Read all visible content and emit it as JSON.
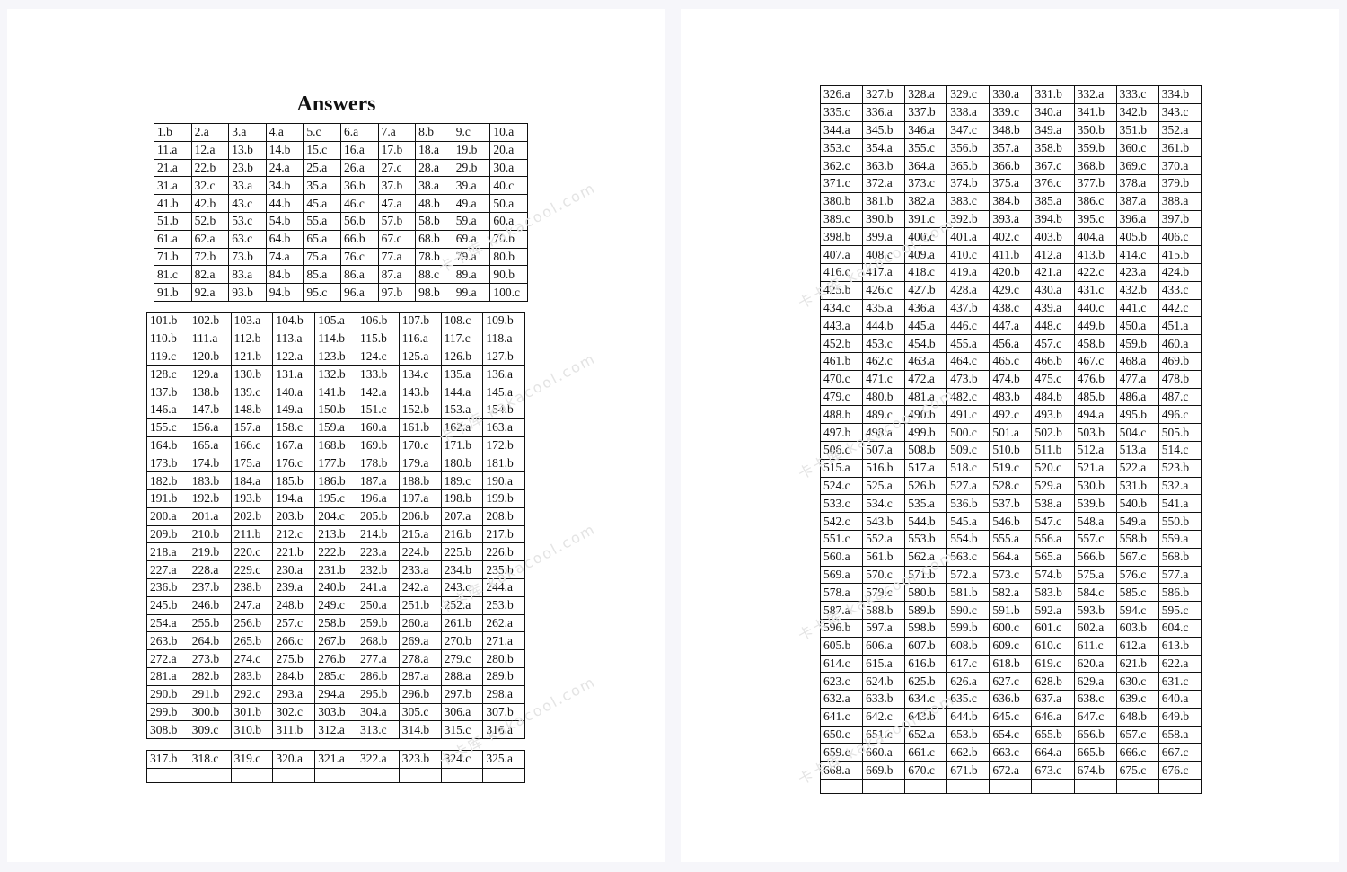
{
  "title": "Answers",
  "table1": [
    [
      "1.b",
      "2.a",
      "3.a",
      "4.a",
      "5.c",
      "6.a",
      "7.a",
      "8.b",
      "9.c",
      "10.a"
    ],
    [
      "11.a",
      "12.a",
      "13.b",
      "14.b",
      "15.c",
      "16.a",
      "17.b",
      "18.a",
      "19.b",
      "20.a"
    ],
    [
      "21.a",
      "22.b",
      "23.b",
      "24.a",
      "25.a",
      "26.a",
      "27.c",
      "28.a",
      "29.b",
      "30.a"
    ],
    [
      "31.a",
      "32.c",
      "33.a",
      "34.b",
      "35.a",
      "36.b",
      "37.b",
      "38.a",
      "39.a",
      "40.c"
    ],
    [
      "41.b",
      "42.b",
      "43.c",
      "44.b",
      "45.a",
      "46.c",
      "47.a",
      "48.b",
      "49.a",
      "50.a"
    ],
    [
      "51.b",
      "52.b",
      "53.c",
      "54.b",
      "55.a",
      "56.b",
      "57.b",
      "58.b",
      "59.a",
      "60.a"
    ],
    [
      "61.a",
      "62.a",
      "63.c",
      "64.b",
      "65.a",
      "66.b",
      "67.c",
      "68.b",
      "69.a",
      "70.b"
    ],
    [
      "71.b",
      "72.b",
      "73.b",
      "74.a",
      "75.a",
      "76.c",
      "77.a",
      "78.b",
      "79.a",
      "80.b"
    ],
    [
      "81.c",
      "82.a",
      "83.a",
      "84.b",
      "85.a",
      "86.a",
      "87.a",
      "88.c",
      "89.a",
      "90.b"
    ],
    [
      "91.b",
      "92.a",
      "93.b",
      "94.b",
      "95.c",
      "96.a",
      "97.b",
      "98.b",
      "99.a",
      "100.c"
    ]
  ],
  "table2": [
    [
      "101.b",
      "102.b",
      "103.a",
      "104.b",
      "105.a",
      "106.b",
      "107.b",
      "108.c",
      "109.b"
    ],
    [
      "110.b",
      "111.a",
      "112.b",
      "113.a",
      "114.b",
      "115.b",
      "116.a",
      "117.c",
      "118.a"
    ],
    [
      "119.c",
      "120.b",
      "121.b",
      "122.a",
      "123.b",
      "124.c",
      "125.a",
      "126.b",
      "127.b"
    ],
    [
      "128.c",
      "129.a",
      "130.b",
      "131.a",
      "132.b",
      "133.b",
      "134.c",
      "135.a",
      "136.a"
    ],
    [
      "137.b",
      "138.b",
      "139.c",
      "140.a",
      "141.b",
      "142.a",
      "143.b",
      "144.a",
      "145.a"
    ],
    [
      "146.a",
      "147.b",
      "148.b",
      "149.a",
      "150.b",
      "151.c",
      "152.b",
      "153.a",
      "154.b"
    ],
    [
      "155.c",
      "156.a",
      "157.a",
      "158.c",
      "159.a",
      "160.a",
      "161.b",
      "162.a",
      "163.a"
    ],
    [
      "164.b",
      "165.a",
      "166.c",
      "167.a",
      "168.b",
      "169.b",
      "170.c",
      "171.b",
      "172.b"
    ],
    [
      "173.b",
      "174.b",
      "175.a",
      "176.c",
      "177.b",
      "178.b",
      "179.a",
      "180.b",
      "181.b"
    ],
    [
      "182.b",
      "183.b",
      "184.a",
      "185.b",
      "186.b",
      "187.a",
      "188.b",
      "189.c",
      "190.a"
    ],
    [
      "191.b",
      "192.b",
      "193.b",
      "194.a",
      "195.c",
      "196.a",
      "197.a",
      "198.b",
      "199.b"
    ],
    [
      "200.a",
      "201.a",
      "202.b",
      "203.b",
      "204.c",
      "205.b",
      "206.b",
      "207.a",
      "208.b"
    ],
    [
      "209.b",
      "210.b",
      "211.b",
      "212.c",
      "213.b",
      "214.b",
      "215.a",
      "216.b",
      "217.b"
    ],
    [
      "218.a",
      "219.b",
      "220.c",
      "221.b",
      "222.b",
      "223.a",
      "224.b",
      "225.b",
      "226.b"
    ],
    [
      "227.a",
      "228.a",
      "229.c",
      "230.a",
      "231.b",
      "232.b",
      "233.a",
      "234.b",
      "235.b"
    ],
    [
      "236.b",
      "237.b",
      "238.b",
      "239.a",
      "240.b",
      "241.a",
      "242.a",
      "243.c",
      "244.a"
    ],
    [
      "245.b",
      "246.b",
      "247.a",
      "248.b",
      "249.c",
      "250.a",
      "251.b",
      "252.a",
      "253.b"
    ],
    [
      "254.a",
      "255.b",
      "256.b",
      "257.c",
      "258.b",
      "259.b",
      "260.a",
      "261.b",
      "262.a"
    ],
    [
      "263.b",
      "264.b",
      "265.b",
      "266.c",
      "267.b",
      "268.b",
      "269.a",
      "270.b",
      "271.a"
    ],
    [
      "272.a",
      "273.b",
      "274.c",
      "275.b",
      "276.b",
      "277.a",
      "278.a",
      "279.c",
      "280.b"
    ],
    [
      "281.a",
      "282.b",
      "283.b",
      "284.b",
      "285.c",
      "286.b",
      "287.a",
      "288.a",
      "289.b"
    ],
    [
      "290.b",
      "291.b",
      "292.c",
      "293.a",
      "294.a",
      "295.b",
      "296.b",
      "297.b",
      "298.a"
    ],
    [
      "299.b",
      "300.b",
      "301.b",
      "302.c",
      "303.b",
      "304.a",
      "305.c",
      "306.a",
      "307.b"
    ],
    [
      "308.b",
      "309.c",
      "310.b",
      "311.b",
      "312.a",
      "313.c",
      "314.b",
      "315.c",
      "316.a"
    ]
  ],
  "table3": [
    [
      "317.b",
      "318.c",
      "319.c",
      "320.a",
      "321.a",
      "322.a",
      "323.b",
      "324.c",
      "325.a"
    ]
  ],
  "table5": [
    [
      "326.a",
      "327.b",
      "328.a",
      "329.c",
      "330.a",
      "331.b",
      "332.a",
      "333.c",
      "334.b"
    ],
    [
      "335.c",
      "336.a",
      "337.b",
      "338.a",
      "339.c",
      "340.a",
      "341.b",
      "342.b",
      "343.c"
    ],
    [
      "344.a",
      "345.b",
      "346.a",
      "347.c",
      "348.b",
      "349.a",
      "350.b",
      "351.b",
      "352.a"
    ],
    [
      "353.c",
      "354.a",
      "355.c",
      "356.b",
      "357.a",
      "358.b",
      "359.b",
      "360.c",
      "361.b"
    ],
    [
      "362.c",
      "363.b",
      "364.a",
      "365.b",
      "366.b",
      "367.c",
      "368.b",
      "369.c",
      "370.a"
    ],
    [
      "371.c",
      "372.a",
      "373.c",
      "374.b",
      "375.a",
      "376.c",
      "377.b",
      "378.a",
      "379.b"
    ],
    [
      "380.b",
      "381.b",
      "382.a",
      "383.c",
      "384.b",
      "385.a",
      "386.c",
      "387.a",
      "388.a"
    ],
    [
      "389.c",
      "390.b",
      "391.c",
      "392.b",
      "393.a",
      "394.b",
      "395.c",
      "396.a",
      "397.b"
    ],
    [
      "398.b",
      "399.a",
      "400.c",
      "401.a",
      "402.c",
      "403.b",
      "404.a",
      "405.b",
      "406.c"
    ],
    [
      "407.a",
      "408.c",
      "409.a",
      "410.c",
      "411.b",
      "412.a",
      "413.b",
      "414.c",
      "415.b"
    ],
    [
      "416.c",
      "417.a",
      "418.c",
      "419.a",
      "420.b",
      "421.a",
      "422.c",
      "423.a",
      "424.b"
    ],
    [
      "425.b",
      "426.c",
      "427.b",
      "428.a",
      "429.c",
      "430.a",
      "431.c",
      "432.b",
      "433.c"
    ],
    [
      "434.c",
      "435.a",
      "436.a",
      "437.b",
      "438.c",
      "439.a",
      "440.c",
      "441.c",
      "442.c"
    ],
    [
      "443.a",
      "444.b",
      "445.a",
      "446.c",
      "447.a",
      "448.c",
      "449.b",
      "450.a",
      "451.a"
    ],
    [
      "452.b",
      "453.c",
      "454.b",
      "455.a",
      "456.a",
      "457.c",
      "458.b",
      "459.b",
      "460.a"
    ],
    [
      "461.b",
      "462.c",
      "463.a",
      "464.c",
      "465.c",
      "466.b",
      "467.c",
      "468.a",
      "469.b"
    ],
    [
      "470.c",
      "471.c",
      "472.a",
      "473.b",
      "474.b",
      "475.c",
      "476.b",
      "477.a",
      "478.b"
    ],
    [
      "479.c",
      "480.b",
      "481.a",
      "482.c",
      "483.b",
      "484.b",
      "485.b",
      "486.a",
      "487.c"
    ],
    [
      "488.b",
      "489.c",
      "490.b",
      "491.c",
      "492.c",
      "493.b",
      "494.a",
      "495.b",
      "496.c"
    ],
    [
      "497.b",
      "498.a",
      "499.b",
      "500.c",
      "501.a",
      "502.b",
      "503.b",
      "504.c",
      "505.b"
    ],
    [
      "506.c",
      "507.a",
      "508.b",
      "509.c",
      "510.b",
      "511.b",
      "512.a",
      "513.a",
      "514.c"
    ],
    [
      "515.a",
      "516.b",
      "517.a",
      "518.c",
      "519.c",
      "520.c",
      "521.a",
      "522.a",
      "523.b"
    ],
    [
      "524.c",
      "525.a",
      "526.b",
      "527.a",
      "528.c",
      "529.a",
      "530.b",
      "531.b",
      "532.a"
    ],
    [
      "533.c",
      "534.c",
      "535.a",
      "536.b",
      "537.b",
      "538.a",
      "539.b",
      "540.b",
      "541.a"
    ],
    [
      "542.c",
      "543.b",
      "544.b",
      "545.a",
      "546.b",
      "547.c",
      "548.a",
      "549.a",
      "550.b"
    ],
    [
      "551.c",
      "552.a",
      "553.b",
      "554.b",
      "555.a",
      "556.a",
      "557.c",
      "558.b",
      "559.a"
    ],
    [
      "560.a",
      "561.b",
      "562.a",
      "563.c",
      "564.a",
      "565.a",
      "566.b",
      "567.c",
      "568.b"
    ],
    [
      "569.a",
      "570.c",
      "571.b",
      "572.a",
      "573.c",
      "574.b",
      "575.a",
      "576.c",
      "577.a"
    ],
    [
      "578.a",
      "579.c",
      "580.b",
      "581.b",
      "582.a",
      "583.b",
      "584.c",
      "585.c",
      "586.b"
    ],
    [
      "587.a",
      "588.b",
      "589.b",
      "590.c",
      "591.b",
      "592.a",
      "593.b",
      "594.c",
      "595.c"
    ],
    [
      "596.b",
      "597.a",
      "598.b",
      "599.b",
      "600.c",
      "601.c",
      "602.a",
      "603.b",
      "604.c"
    ],
    [
      "605.b",
      "606.a",
      "607.b",
      "608.b",
      "609.c",
      "610.c",
      "611.c",
      "612.a",
      "613.b"
    ],
    [
      "614.c",
      "615.a",
      "616.b",
      "617.c",
      "618.b",
      "619.c",
      "620.a",
      "621.b",
      "622.a"
    ],
    [
      "623.c",
      "624.b",
      "625.b",
      "626.a",
      "627.c",
      "628.b",
      "629.a",
      "630.c",
      "631.c"
    ],
    [
      "632.a",
      "633.b",
      "634.c",
      "635.c",
      "636.b",
      "637.a",
      "638.c",
      "639.c",
      "640.a"
    ],
    [
      "641.c",
      "642.c",
      "643.b",
      "644.b",
      "645.c",
      "646.a",
      "647.c",
      "648.b",
      "649.b"
    ],
    [
      "650.c",
      "651.c",
      "652.a",
      "653.b",
      "654.c",
      "655.b",
      "656.b",
      "657.c",
      "658.a"
    ],
    [
      "659.c",
      "660.a",
      "661.c",
      "662.b",
      "663.c",
      "664.a",
      "665.b",
      "666.c",
      "667.c"
    ],
    [
      "668.a",
      "669.b",
      "670.c",
      "671.b",
      "672.a",
      "673.c",
      "674.b",
      "675.c",
      "676.c"
    ]
  ],
  "watermark": "kakacool.com",
  "watermark_cn": "卡卡库"
}
